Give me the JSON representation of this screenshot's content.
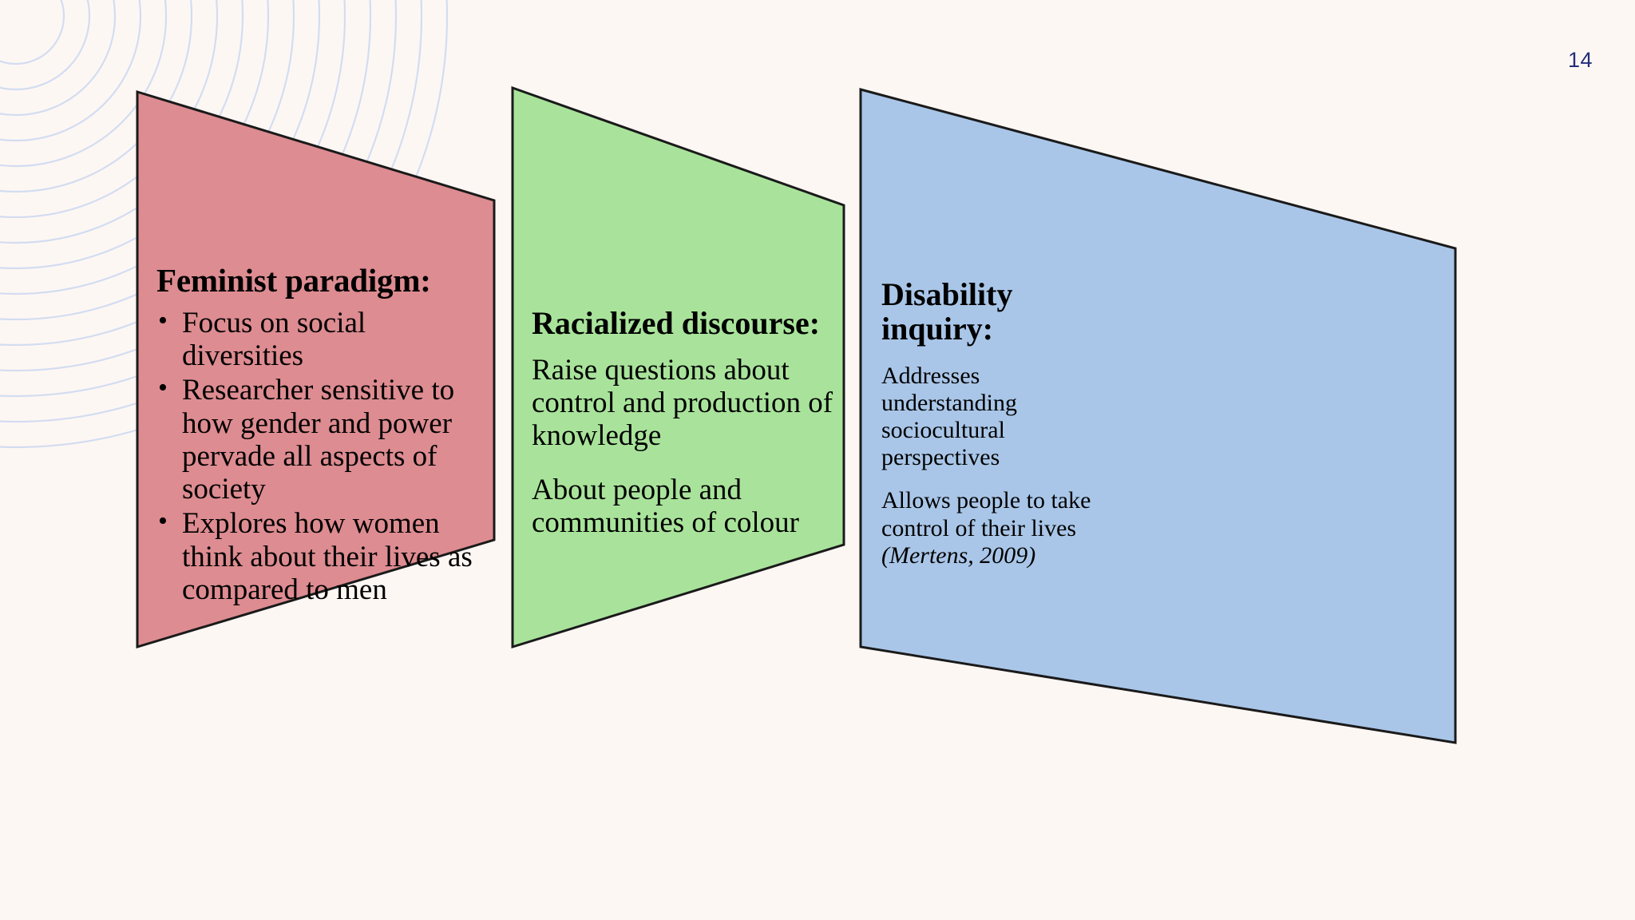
{
  "slide": {
    "page_number": "14",
    "background_color": "#fdf7f4",
    "decoration": "concentric-rings-top-left",
    "decoration_color": "#c9d7ef"
  },
  "panels": [
    {
      "id": "feminist-paradigm",
      "shape": "right-pointing-arrow-trapezoid",
      "fill_color": "#dd8c91",
      "stroke_color": "#1a1a1a",
      "title": "Feminist paradigm:",
      "list_style": "bullets",
      "items": [
        "Focus on social diversities",
        "Researcher sensitive to how gender and power pervade all aspects of society",
        "Explores how women think about their lives as compared to men"
      ]
    },
    {
      "id": "racialized-discourse",
      "shape": "right-pointing-arrow-trapezoid",
      "fill_color": "#a9e39b",
      "stroke_color": "#1a1a1a",
      "title": "Racialized discourse:",
      "list_style": "paragraphs",
      "items": [
        "Raise questions about control and production of knowledge",
        "About people and communities of colour"
      ]
    },
    {
      "id": "disability-inquiry",
      "shape": "right-pointing-arrow-trapezoid",
      "fill_color": "#a9c6e8",
      "stroke_color": "#1a1a1a",
      "title": "Disability inquiry:",
      "list_style": "paragraphs",
      "items": [
        "Addresses understanding sociocultural perspectives"
      ],
      "last_paragraph": {
        "text": "Allows people to take control of their lives ",
        "citation": "(Mertens, 2009)"
      }
    }
  ]
}
